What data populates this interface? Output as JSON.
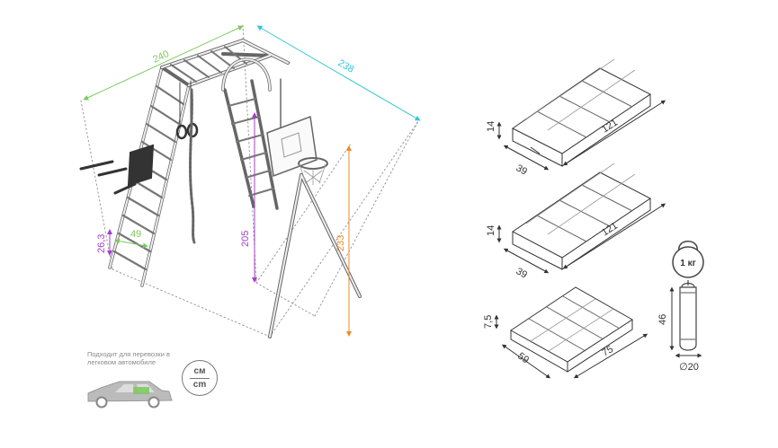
{
  "dimensions": {
    "width": "240",
    "depth": "238",
    "ladder_height": "205",
    "hoop_height": "233",
    "step_width": "49",
    "step_spacing": "26,3"
  },
  "boxes": [
    {
      "height": "14",
      "width": "39",
      "length": "121"
    },
    {
      "height": "14",
      "width": "39",
      "length": "121"
    },
    {
      "height": "7,5",
      "width": "59",
      "length": "75"
    }
  ],
  "accessories": {
    "kettlebell_label": "1 кг",
    "bag_height": "46",
    "bag_diameter": "∅20"
  },
  "transport_note": "Подходит для перевозки в легковом автомобиле",
  "units": {
    "ru": "см",
    "en": "cm"
  },
  "colors": {
    "width": "#7dc95e",
    "depth": "#35c6d6",
    "ladder_height": "#a43fc7",
    "hoop_height": "#f08a24",
    "step": "#7dc95e",
    "step_spacing": "#a43fc7",
    "car_accent": "#7dc95e"
  },
  "icons": [
    "kettlebell-icon",
    "punching-bag-icon",
    "car-icon"
  ]
}
